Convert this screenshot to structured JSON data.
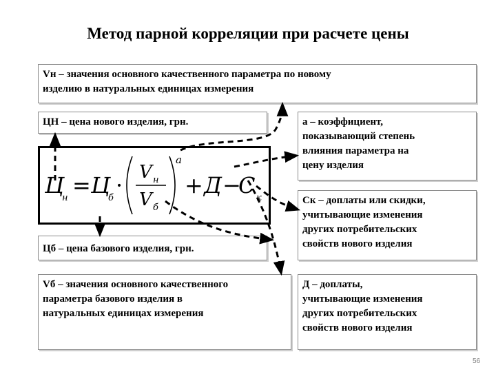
{
  "title": "Метод парной корреляции при расчете цены",
  "boxes": {
    "vn": "Vн – значения основного качественного параметра по новому\nизделию в натуральных единицах измерения",
    "cn": "ЦН – цена нового изделия, грн.",
    "a": "а – коэффициент,\nпоказывающий степень\nвлияния параметра на\nцену изделия",
    "ck": "Ск – доплаты или скидки,\nучитывающие изменения\nдругих потребительских\nсвойств нового изделия",
    "cb": "Цб – цена базового изделия, грн.",
    "vb": "Vб – значения основного качественного\nпараметра  базового изделия в\nнатуральных единицах измерения",
    "d": "Д – доплаты,\nучитывающие изменения\nдругих потребительских\nсвойств нового изделия"
  },
  "formula": {
    "lhs": "Ц",
    "lhs_sub": "н",
    "eq": "=",
    "c": "Ц",
    "c_sub": "б",
    "dot": "·",
    "num": "V",
    "num_sub": "н",
    "den": "V",
    "den_sub": "б",
    "exp": "a",
    "plus": "+",
    "d": "Д",
    "minus": "−",
    "ck": "С",
    "ck_sub": "к"
  },
  "page_number": "56"
}
